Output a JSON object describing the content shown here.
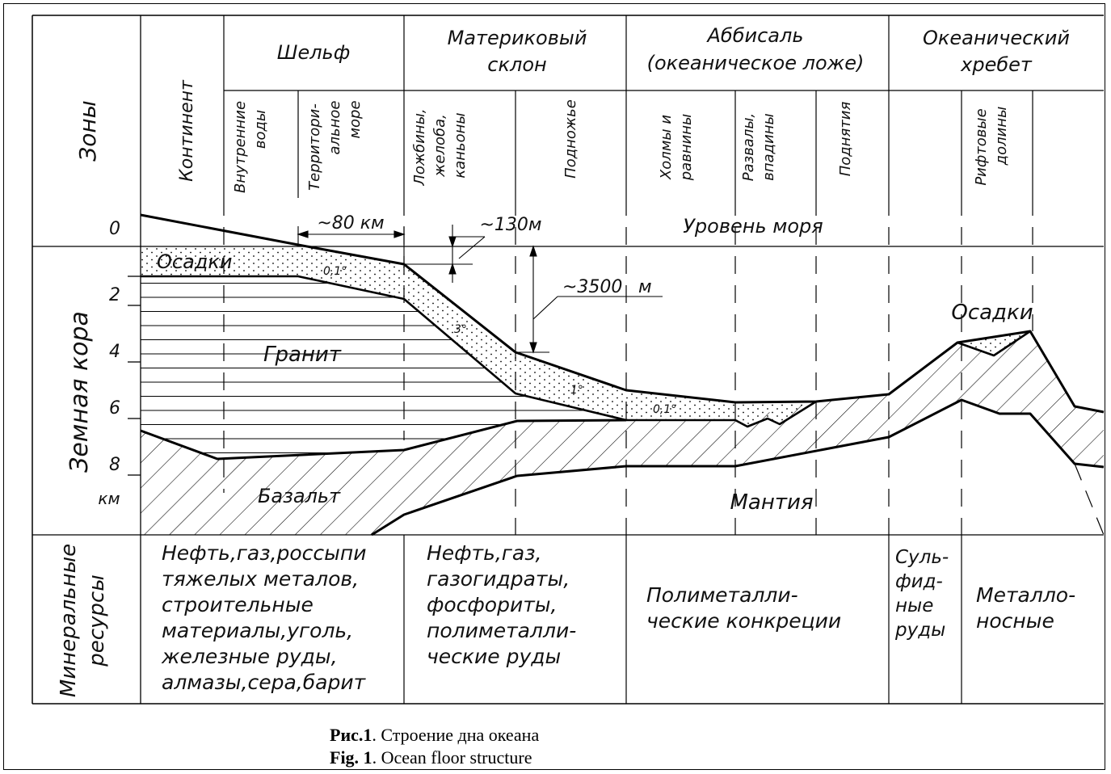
{
  "zones_header": "Зоны",
  "zones": {
    "continent": "Континент",
    "shelf": "Шельф",
    "inner_waters": [
      "Внутренние",
      "воды"
    ],
    "territorial_sea": [
      "Территори-",
      "альное",
      "море"
    ],
    "slope": [
      "Материковый",
      "склон"
    ],
    "troughs": [
      "Ложбины,",
      "желоба,",
      "каньоны"
    ],
    "foot": "Подножье",
    "abyssal": [
      "Аббисаль",
      "(океаническое ложе)"
    ],
    "hills": [
      "Холмы и",
      "равнины"
    ],
    "faults": [
      "Развалы,",
      "впадины"
    ],
    "uplifts": "Поднятия",
    "ridge": [
      "Океанический",
      "хребет"
    ],
    "rift": [
      "Рифтовые",
      "долины"
    ]
  },
  "crust_header": "Земная кора",
  "depth_ticks": [
    "0",
    "2",
    "4",
    "6",
    "8"
  ],
  "depth_unit": "км",
  "labels": {
    "distance": "~80 км",
    "shelf_depth": "~130м",
    "sea_level": "Уровень моря",
    "sediments_left": "Осадки",
    "sediments_right": "Осадки",
    "angle_shelf": "0,1°",
    "angle_slope": "3°",
    "angle_foot": "1°",
    "angle_abyssal": "0,1°",
    "slope_depth": "~3500",
    "slope_depth_unit": "м",
    "granite": "Гранит",
    "basalt": "Базальт",
    "mantle": "Мантия"
  },
  "resources_header": [
    "Минеральные",
    "ресурсы"
  ],
  "resources": {
    "continent_shelf": [
      "Нефть,газ,россыпи",
      "тяжелых металов,",
      "строительные",
      "материалы,уголь,",
      "железные руды,",
      "алмазы,сера,барит"
    ],
    "slope": [
      "Нефть,газ,",
      "газогидраты,",
      "фосфориты,",
      "полиметалли-",
      "ческие руды"
    ],
    "abyssal": [
      "Полиметалли-",
      "ческие конкреции"
    ],
    "rift": [
      "Суль-",
      "фид-",
      "ные",
      "руды"
    ],
    "ridge": [
      "Металло-",
      "носные"
    ]
  },
  "caption": {
    "ru_label": "Рис.1",
    "ru_text": ". Строение дна океана",
    "en_label": "Fig. 1",
    "en_text": ". Ocean floor structure"
  }
}
